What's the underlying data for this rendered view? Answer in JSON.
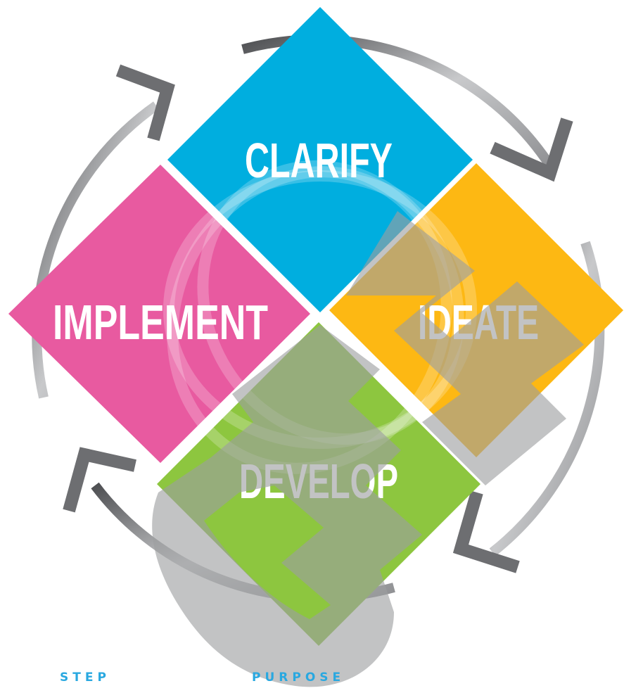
{
  "diagram": {
    "steps": [
      {
        "id": "clarify",
        "label": "CLARIFY",
        "color": "#00aedf"
      },
      {
        "id": "ideate",
        "label": "IDEATE",
        "color": "#fdb813"
      },
      {
        "id": "develop",
        "label": "DEVELOP",
        "color": "#8dc63f"
      },
      {
        "id": "implement",
        "label": "IMPLEMENT",
        "color": "#e85aa0"
      }
    ],
    "cycle_arrow_color": "#6d6e71"
  },
  "footer": {
    "step_label": "STEP",
    "purpose_label": "PURPOSE",
    "color": "#29a8e0"
  }
}
